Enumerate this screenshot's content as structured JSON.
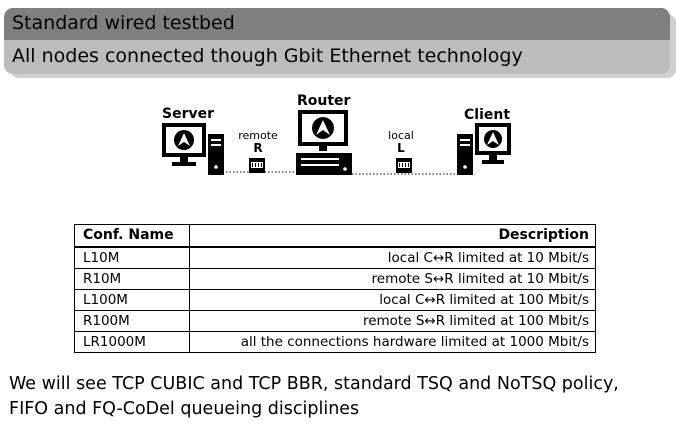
{
  "block": {
    "title": "Standard wired testbed",
    "body": "All nodes connected though Gbit Ethernet technology"
  },
  "diagram": {
    "server_label": "Server",
    "router_label": "Router",
    "client_label": "Client",
    "remote_label": "remote",
    "remote_letter": "R",
    "local_label": "local",
    "local_letter": "L"
  },
  "table": {
    "headers": [
      "Conf. Name",
      "Description"
    ],
    "rows": [
      {
        "name": "L10M",
        "desc": "local C↔R limited at 10 Mbit/s"
      },
      {
        "name": "R10M",
        "desc": "remote S↔R limited at 10 Mbit/s"
      },
      {
        "name": "L100M",
        "desc": "local C↔R limited at 100 Mbit/s"
      },
      {
        "name": "R100M",
        "desc": "remote S↔R limited at 100 Mbit/s"
      },
      {
        "name": "LR1000M",
        "desc": "all the connections hardware limited at 1000 Mbit/s"
      }
    ]
  },
  "footer": {
    "line1": "We will see TCP CUBIC and TCP BBR, standard TSQ and NoTSQ policy,",
    "line2": "FIFO and FQ-CoDel queueing disciplines"
  }
}
